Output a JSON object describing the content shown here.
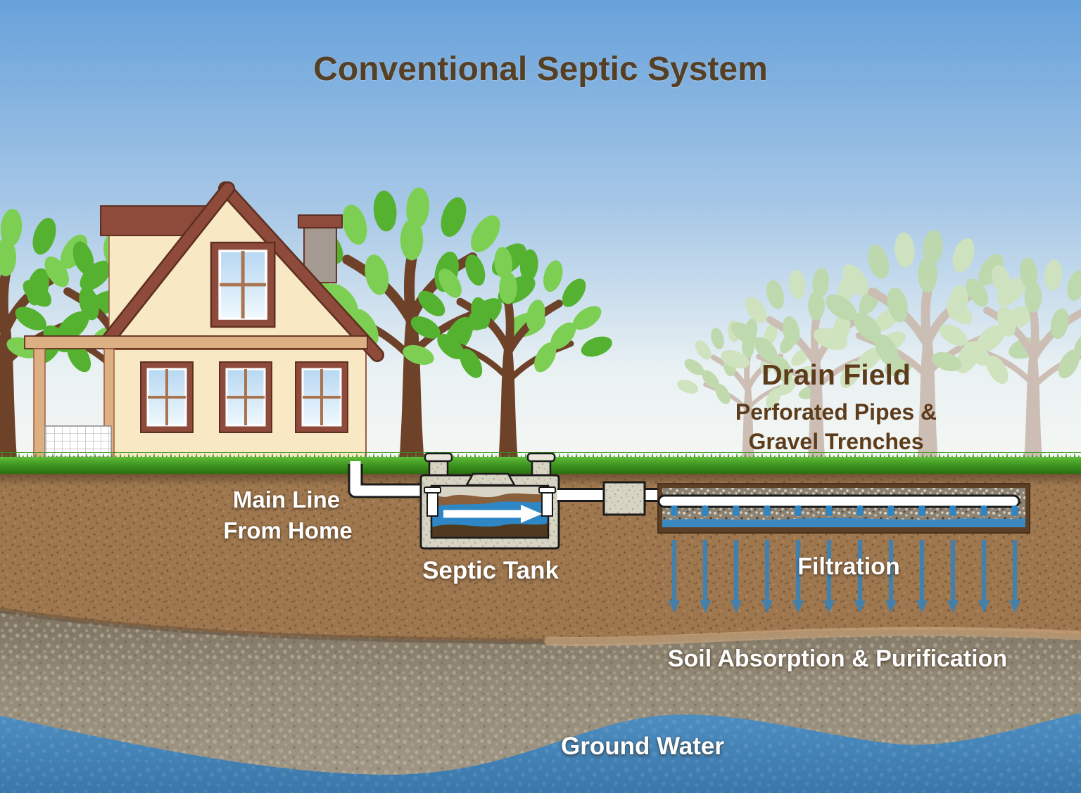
{
  "title": "Conventional Septic System",
  "labels": {
    "main_line_1": "Main Line",
    "main_line_2": "From Home",
    "septic_tank": "Septic Tank",
    "drain_field_title": "Drain Field",
    "drain_field_sub1": "Perforated Pipes &",
    "drain_field_sub2": "Gravel Trenches",
    "filtration": "Filtration",
    "soil_absorption": "Soil Absorption & Purification",
    "ground_water": "Ground Water"
  },
  "colors": {
    "title_brown": "#564025",
    "label_brown": "#5d3c1c",
    "label_white": "#ffffff",
    "sky_top_blue": "#67a1da",
    "grass_green": "#2f7a15",
    "topsoil_brown": "#9e774f",
    "gravel_gray": "#8d8371",
    "ground_water_blue": "#4787ba",
    "effluent_blue": "#2f86c4",
    "arrow_blue": "#3c81b4",
    "pipe_white": "#ffffff",
    "concrete_gray": "#d6d2c2",
    "house_wall_cream": "#f9e8c4",
    "roof_brown": "#8e4a3a",
    "tree_leaf_green": "#55b230",
    "tree_trunk_brown": "#6e4129"
  }
}
